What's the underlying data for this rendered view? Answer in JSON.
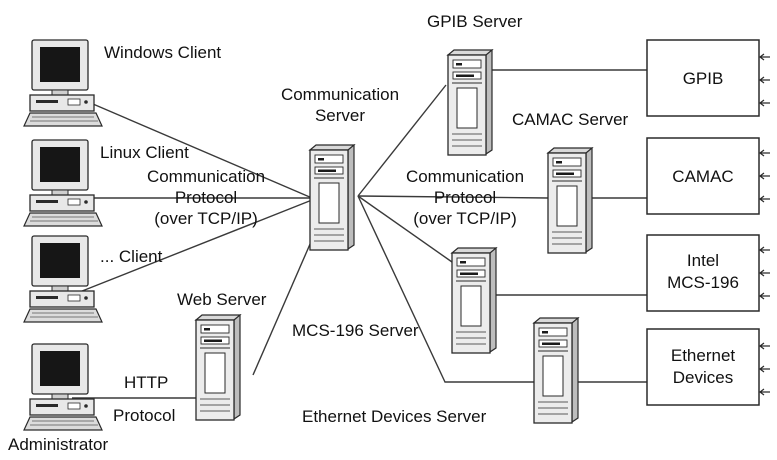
{
  "clients": {
    "windows": "Windows Client",
    "linux": "Linux Client",
    "other": "... Client",
    "admin": "Administrator"
  },
  "servers": {
    "communication_line1": "Communication",
    "communication_line2": "Server",
    "web": "Web Server",
    "gpib": "GPIB Server",
    "camac": "CAMAC Server",
    "mcs196": "MCS-196 Server",
    "ethernet": "Ethernet Devices Server"
  },
  "protocols": {
    "left_line1": "Communication",
    "left_line2": "Protocol",
    "left_line3": "(over TCP/IP)",
    "right_line1": "Communication",
    "right_line2": "Protocol",
    "right_line3": "(over TCP/IP)",
    "http_line1": "HTTP",
    "http_line2": "Protocol"
  },
  "devices": {
    "gpib": "GPIB",
    "camac": "CAMAC",
    "intel_line1": "Intel",
    "intel_line2": "MCS-196",
    "ethernet_line1": "Ethernet",
    "ethernet_line2": "Devices"
  },
  "colors": {
    "line": "#3a3a3a",
    "equipment_light": "#e6e6e6",
    "equipment_dark": "#1a1a1a"
  },
  "icons": {
    "client": "desktop-computer-icon",
    "server": "tower-server-icon",
    "device": "device-box"
  }
}
